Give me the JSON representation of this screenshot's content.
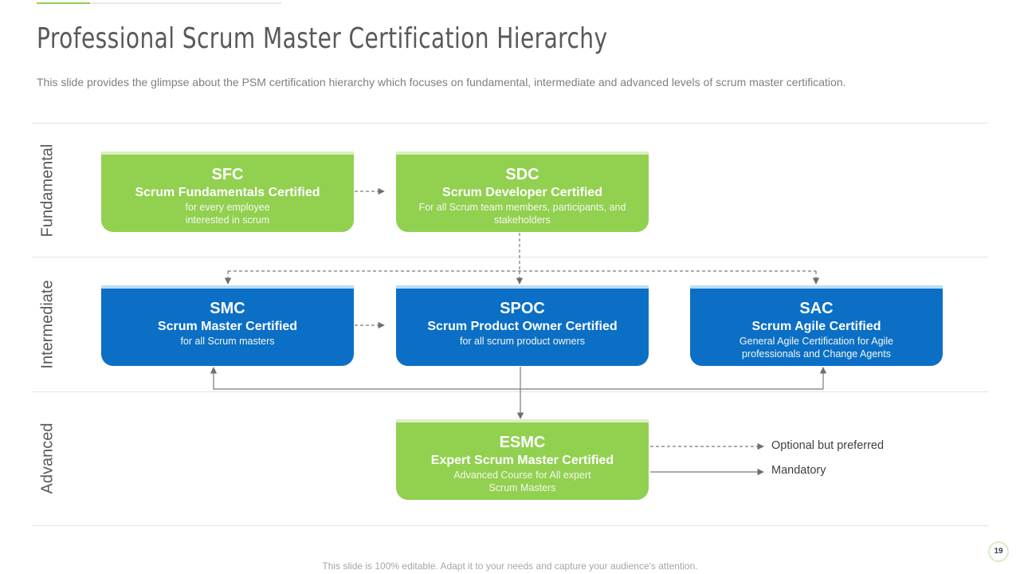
{
  "slide": {
    "title": "Professional Scrum Master Certification Hierarchy",
    "subtitle": "This slide provides the glimpse about the PSM certification hierarchy which focuses on fundamental, intermediate and advanced levels of scrum master certification.",
    "footer": "This slide is 100% editable. Adapt it to your needs and capture your audience's attention.",
    "page_number": "19"
  },
  "levels": [
    "Fundamental",
    "Intermediate",
    "Advanced"
  ],
  "boxes": {
    "sfc": {
      "abbr": "SFC",
      "name": "Scrum Fundamentals Certified",
      "desc": [
        "for every employee",
        "interested in scrum"
      ]
    },
    "sdc": {
      "abbr": "SDC",
      "name": "Scrum Developer Certified",
      "desc": [
        "For all Scrum team members, participants, and",
        "stakeholders"
      ]
    },
    "smc": {
      "abbr": "SMC",
      "name": "Scrum Master Certified",
      "desc": [
        "for all Scrum masters"
      ]
    },
    "spoc": {
      "abbr": "SPOC",
      "name": "Scrum Product Owner Certified",
      "desc": [
        "for all scrum product owners"
      ]
    },
    "sac": {
      "abbr": "SAC",
      "name": "Scrum Agile Certified",
      "desc": [
        "General Agile Certification for Agile",
        "professionals and Change Agents"
      ]
    },
    "esmc": {
      "abbr": "ESMC",
      "name": "Expert Scrum Master Certified",
      "desc": [
        "Advanced Course for All expert",
        "Scrum Masters"
      ]
    }
  },
  "legend": {
    "dashed": "Optional but preferred",
    "solid": "Mandatory"
  },
  "colors": {
    "green": "#92d050",
    "blue": "#0b6fc6",
    "accent": "#8fcf50"
  }
}
